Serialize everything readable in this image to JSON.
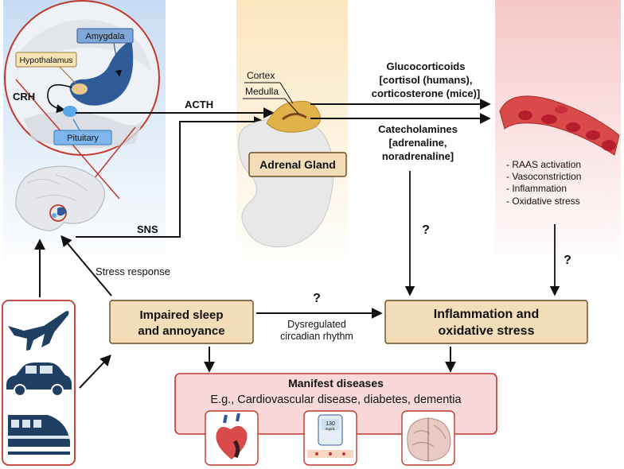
{
  "brain": {
    "amygdala": "Amygdala",
    "hypothalamus": "Hypothalamus",
    "crh": "CRH",
    "pituitary": "Pituitary",
    "sns": "SNS",
    "acth": "ACTH"
  },
  "adrenal": {
    "cortex": "Cortex",
    "medulla": "Medulla",
    "box_label": "Adrenal Gland"
  },
  "hormones": {
    "gluco_line1": "Glucocorticoids",
    "gluco_line2": "[cortisol (humans),",
    "gluco_line3": "corticosterone (mice)]",
    "cat_line1": "Catecholamines",
    "cat_line2": "[adrenaline,",
    "cat_line3": "noradrenaline]"
  },
  "vessel_effects": [
    "- RAAS activation",
    "- Vasoconstriction",
    "- Inflammation",
    "- Oxidative stress"
  ],
  "question_mark": "?",
  "stress_response": "Stress response",
  "sleep_box": {
    "line1": "Impaired sleep",
    "line2": "and annoyance"
  },
  "inflam_box": {
    "line1": "Inflammation and",
    "line2": "oxidative stress"
  },
  "circadian": {
    "line1": "Dysregulated",
    "line2": "circadian rhythm"
  },
  "diseases": {
    "title": "Manifest diseases",
    "subtitle": "E.g., Cardiovascular disease, diabetes, dementia",
    "glucometer_value": "130",
    "glucometer_unit": "mg/dL"
  },
  "colors": {
    "box_fill": "#f3dcb8",
    "box_stroke": "#6b4a1e",
    "red_border": "#c0392b",
    "vehicle_blue": "#1f3f63",
    "amygdala_blue": "#2f5b99",
    "pituitary_blue": "#5aa9e6",
    "hypothal_tan": "#e9c98c"
  }
}
